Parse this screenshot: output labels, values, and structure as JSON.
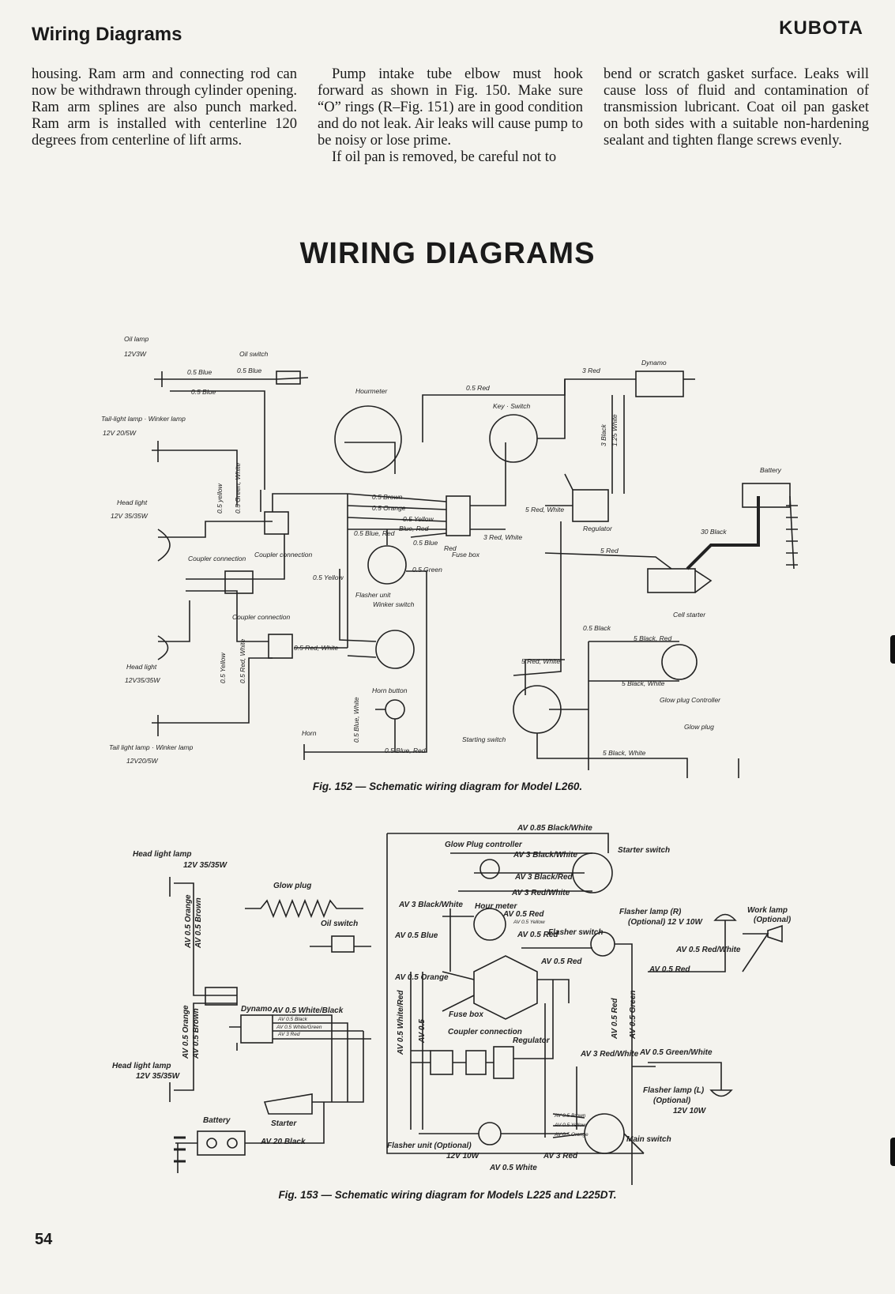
{
  "header": {
    "section": "Wiring Diagrams",
    "brand": "KUBOTA"
  },
  "text": {
    "col1": "housing. Ram arm and connecting rod can now be withdrawn through cylinder opening. Ram arm splines are also punch marked. Ram arm is installed with centerline 120 degrees from centerline of lift arms.",
    "col2a": "Pump intake tube elbow must hook forward as shown in Fig. 150. Make sure “O” rings (R–Fig. 151) are in good condition and do not leak. Air leaks will cause pump to be noisy or lose prime.",
    "col2b": "If oil pan is removed, be careful not to",
    "col3": "bend or scratch gasket surface. Leaks will cause loss of fluid and contamination of transmission lubricant. Coat oil pan gasket on both sides with a suitable non-hardening sealant and tighten flange screws evenly."
  },
  "title": "WIRING DIAGRAMS",
  "fig152": {
    "caption": "Fig. 152 — Schematic wiring diagram for Model L260.",
    "labels": {
      "oil_lamp": "Oil lamp",
      "oil_lamp_rating": "12V3W",
      "oil_switch": "Oil switch",
      "w_05blue_a": "0.5 Blue",
      "w_05blue_b": "0.5 Blue",
      "w_05blue_c": "0.5 Blue",
      "tail_winker": "Tail-light lamp · Winker lamp",
      "tail_rating": "12V 20/5W",
      "hourmeter": "Hourmeter",
      "w_05red": "0.5 Red",
      "key_switch": "Key · Switch",
      "w_3red": "3 Red",
      "dynamo": "Dynamo",
      "w_3black": "3 Black",
      "w_125white": "1.25 White",
      "battery": "Battery",
      "head_light": "Head light",
      "head_rating": "12V 35/35W",
      "w_05yellow_v": "0.5 yellow",
      "w_05greenwhite_v": "0.5 Green, White",
      "w_05brown": "0.5 Brown",
      "w_05orange": "0.5 Orange",
      "w_05yellow": "0.5 Yellow",
      "w_05bluered": "0.5 Blue, Red",
      "w_bluered": "Blue, Red",
      "w_05blue_fb": "0.5 Blue",
      "w_red": "Red",
      "fuse_box": "Fuse box",
      "w_3redwhite": "3 Red, White",
      "w_5redwhite": "5 Red, White",
      "regulator": "Regulator",
      "w_30black": "30 Black",
      "w_5red": "5 Red",
      "coupler_connection_1": "Coupler connection",
      "coupler_connection_2": "Coupler connection",
      "coupler_connection_3": "Coupler connection",
      "w_05yellow_b": "0.5 Yellow",
      "w_05green": "0.5 Green",
      "flasher_unit": "Flasher unit",
      "winker_switch": "Winker switch",
      "cell_starter": "Cell starter",
      "w_05black": "0.5 Black",
      "w_5blackred": "5 Black, Red",
      "w_05redwhite": "0.5 Red, White",
      "w_5redwhite_b": "5 Red, White",
      "w_5blackwhite": "5 Black, White",
      "glow_ctrl": "Glow plug  Controller",
      "glow_plug": "Glow plug",
      "head_light_2": "Head light",
      "head_rating_2": "12V35/35W",
      "w_05yellow_c": "0.5 Yellow",
      "w_05redwhite_v": "0.5 Red, White",
      "horn_button": "Horn button",
      "w_05bluewhite": "0.5 Blue, White",
      "horn": "Horn",
      "w_05bluered_b": "0.5 Blue, Red",
      "starting_switch": "Starting switch",
      "w_5blackwhite_b": "5 Black, White",
      "tail_winker_2": "Tail light lamp · Winker lamp",
      "tail_rating_2": "12V20/5W"
    }
  },
  "fig153": {
    "caption": "Fig. 153 — Schematic wiring diagram for Models L225 and L225DT.",
    "labels": {
      "w_av085bw": "AV 0.85 Black/White",
      "glow_ctrl": "Glow Plug controller",
      "w_av3bw": "AV 3 Black/White",
      "starter_switch": "Starter switch",
      "head_light": "Head light lamp",
      "head_rating": "12V 35/35W",
      "w_av3br": "AV 3 Black/Red",
      "w_av3rw": "AV 3 Red/White",
      "glow_plug": "Glow plug",
      "w_av3bw2": "AV 3 Black/White",
      "w_av05orange_v": "AV 0.5 Orange",
      "w_av05brown_v": "AV 0.5 Brown",
      "hour_meter": "Hour meter",
      "w_av05red": "AV 0.5 Red",
      "w_av05yellow": "AV 0.5 Yellow",
      "flasher_r": "Flasher lamp (R)",
      "flasher_r_rating": "(Optional) 12 V 10W",
      "work_lamp": "Work lamp",
      "work_opt": "(Optional)",
      "oil_switch": "Oil switch",
      "w_av05blue": "AV 0.5 Blue",
      "w_av05red2": "AV 0.5 Red",
      "flasher_switch": "Flasher switch",
      "w_av05rw": "AV 0.5 Red/White",
      "w_av05red3": "AV 0.5 Red",
      "w_av05red4": "AV 0.5 Red",
      "w_av05orange": "AV 0.5 Orange",
      "dynamo": "Dynamo",
      "w_av05ww": "AV 0.5 White/Black",
      "w_av05black": "AV 0.5 Black",
      "w_av05wg": "AV 0.5 White/Green",
      "w_av3red": "AV 3 Red",
      "fuse_box": "Fuse box",
      "w_av05wr_v": "AV 0.5 White/Red",
      "w_av05_v": "AV 0.5",
      "coupler": "Coupler connection",
      "regulator": "Regulator",
      "w_av05red_v": "AV 0.5 Red",
      "w_av05green_v": "AV 0.5 Green",
      "w_av3rw2": "AV 3 Red/White",
      "w_av05gw": "AV 0.5 Green/White",
      "head_light_2": "Head light lamp",
      "head_rating_2": "12V 35/35W",
      "w_av05orange_v2": "AV 0.5 Orange",
      "w_av05brown_v2": "AV 0.5 Brown",
      "flasher_l": "Flasher lamp (L)",
      "flasher_l_opt": "(Optional)",
      "flasher_l_rating": "12V 10W",
      "battery": "Battery",
      "starter": "Starter",
      "w_av20black": "AV 20 Black",
      "flasher_unit": "Flasher unit (Optional)",
      "flasher_unit_rating": "12V 10W",
      "w_av3red2": "AV 3 Red",
      "w_av05white": "AV 0.5 White",
      "main_switch": "Main switch",
      "sw_av05brown": "AV 0.5 Brown",
      "sw_av05yellow": "AV 0.5 Yellow",
      "sw_av05orange": "AV 0.5 Orange"
    }
  },
  "page_number": "54"
}
